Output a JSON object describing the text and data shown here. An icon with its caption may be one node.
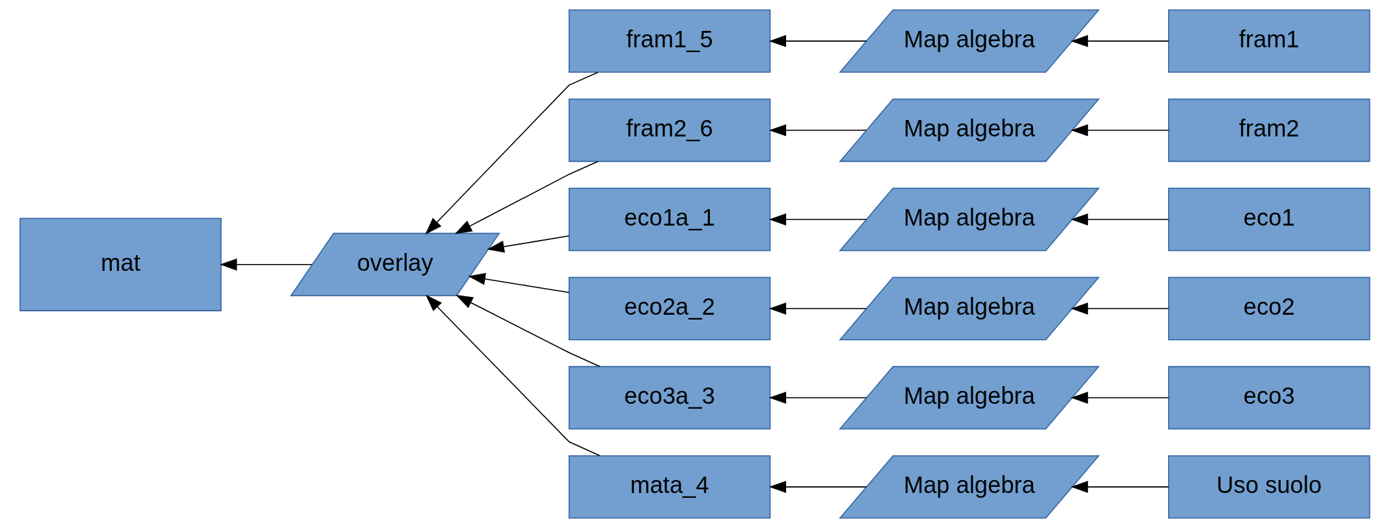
{
  "diagram": {
    "nodes": [
      {
        "text": [
          "mat"
        ]
      },
      {
        "text": [
          "overlay"
        ]
      },
      {
        "text": [
          "fram1_5"
        ]
      },
      {
        "text": [
          "Map algebra"
        ]
      },
      {
        "text": [
          "fram1"
        ]
      },
      {
        "text": [
          "fram2_6"
        ]
      },
      {
        "text": [
          "Map algebra"
        ]
      },
      {
        "text": [
          "fram2"
        ]
      },
      {
        "text": [
          "eco1a_1"
        ]
      },
      {
        "text": [
          "Map algebra"
        ]
      },
      {
        "text": [
          "eco1"
        ]
      },
      {
        "text": [
          "eco2a_2"
        ]
      },
      {
        "text": [
          "Map algebra"
        ]
      },
      {
        "text": [
          "eco2"
        ]
      },
      {
        "text": [
          "eco3a_3"
        ]
      },
      {
        "text": [
          "Map algebra"
        ]
      },
      {
        "text": [
          "eco3"
        ]
      },
      {
        "text": [
          "mata_4"
        ]
      },
      {
        "text": [
          "Map algebra"
        ]
      },
      {
        "text": [
          "Uso suolo"
        ]
      }
    ],
    "edges": [
      {
        "from": 4,
        "to": 3,
        "arrow": "to"
      },
      {
        "from": 3,
        "to": 2,
        "arrow": "to"
      },
      {
        "from": 7,
        "to": 6,
        "arrow": "to"
      },
      {
        "from": 6,
        "to": 5,
        "arrow": "to"
      },
      {
        "from": 10,
        "to": 9,
        "arrow": "to"
      },
      {
        "from": 9,
        "to": 8,
        "arrow": "to"
      },
      {
        "from": 13,
        "to": 12,
        "arrow": "to"
      },
      {
        "from": 12,
        "to": 11,
        "arrow": "to"
      },
      {
        "from": 16,
        "to": 15,
        "arrow": "to"
      },
      {
        "from": 15,
        "to": 14,
        "arrow": "to"
      },
      {
        "from": 19,
        "to": 18,
        "arrow": "to"
      },
      {
        "from": 18,
        "to": 17,
        "arrow": "to"
      },
      {
        "from": 2,
        "to": 1,
        "arrow": "to"
      },
      {
        "from": 5,
        "to": 1,
        "arrow": "to"
      },
      {
        "from": 8,
        "to": 1,
        "arrow": "to"
      },
      {
        "from": 11,
        "to": 1,
        "arrow": "to"
      },
      {
        "from": 14,
        "to": 1,
        "arrow": "to"
      },
      {
        "from": 17,
        "to": 1,
        "arrow": "to"
      },
      {
        "from": 1,
        "to": 0,
        "arrow": "to"
      }
    ]
  }
}
